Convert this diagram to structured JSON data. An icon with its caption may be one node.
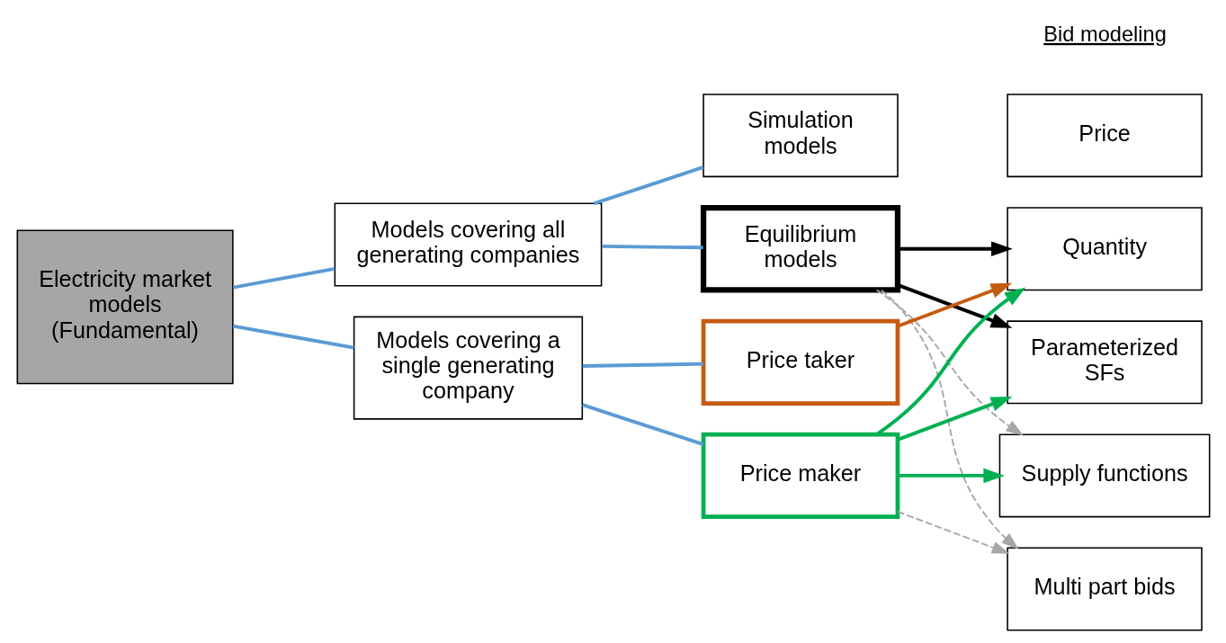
{
  "diagram": {
    "nodes": [
      {
        "text": [
          "Electricity market models (Fundamental)"
        ]
      },
      {
        "text": [
          "Models covering all generating companies"
        ]
      },
      {
        "text": [
          "Models covering a single generating company"
        ]
      },
      {
        "text": [
          "Simulation models"
        ]
      },
      {
        "text": [
          "Equilibrium models"
        ]
      },
      {
        "text": [
          "Price taker"
        ]
      },
      {
        "text": [
          "Price maker"
        ]
      },
      {
        "text": [
          "Price"
        ]
      },
      {
        "text": [
          "Quantity"
        ]
      },
      {
        "text": [
          "Parameterized SFs"
        ]
      },
      {
        "text": [
          "Supply functions"
        ]
      },
      {
        "text": [
          "Multi part bids"
        ]
      }
    ],
    "edges": [
      {
        "from": 0,
        "to": 1,
        "arrow": "none",
        "color": "#5b9bd5"
      },
      {
        "from": 0,
        "to": 2,
        "arrow": "none",
        "color": "#5b9bd5"
      },
      {
        "from": 1,
        "to": 3,
        "arrow": "none",
        "color": "#5b9bd5"
      },
      {
        "from": 1,
        "to": 4,
        "arrow": "none",
        "color": "#5b9bd5"
      },
      {
        "from": 2,
        "to": 5,
        "arrow": "none",
        "color": "#5b9bd5"
      },
      {
        "from": 2,
        "to": 6,
        "arrow": "none",
        "color": "#5b9bd5"
      },
      {
        "from": 4,
        "to": 8,
        "arrow": "to",
        "color": "#000000"
      },
      {
        "from": 4,
        "to": 9,
        "arrow": "to",
        "color": "#000000"
      },
      {
        "from": 4,
        "to": 10,
        "arrow": "to",
        "style": "dashed",
        "color": "#a6a6a6"
      },
      {
        "from": 4,
        "to": 11,
        "arrow": "to",
        "style": "dashed",
        "color": "#a6a6a6"
      },
      {
        "from": 5,
        "to": 8,
        "arrow": "to",
        "color": "#c55a11"
      },
      {
        "from": 6,
        "to": 8,
        "arrow": "to",
        "color": "#00b050"
      },
      {
        "from": 6,
        "to": 9,
        "arrow": "to",
        "color": "#00b050"
      },
      {
        "from": 6,
        "to": 10,
        "arrow": "to",
        "color": "#00b050"
      },
      {
        "from": 6,
        "to": 11,
        "arrow": "to",
        "style": "dashed",
        "color": "#a6a6a6"
      }
    ],
    "labels": [
      "Bid modeling"
    ]
  }
}
